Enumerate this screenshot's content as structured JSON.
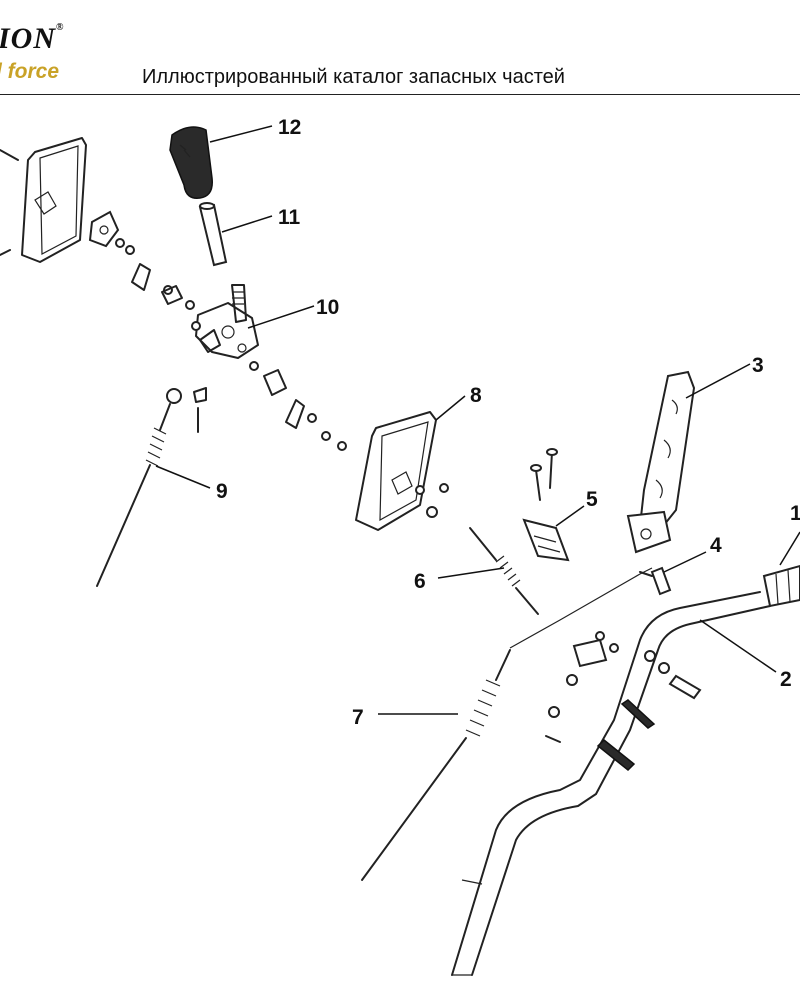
{
  "header": {
    "brand_top": "ION",
    "brand_reg": "®",
    "brand_bottom": "l force",
    "catalog_title": "Иллюстрированный каталог запасных частей"
  },
  "callouts": [
    {
      "id": "c1",
      "label": "1"
    },
    {
      "id": "c2",
      "label": "2"
    },
    {
      "id": "c3",
      "label": "3"
    },
    {
      "id": "c4",
      "label": "4"
    },
    {
      "id": "c5",
      "label": "5"
    },
    {
      "id": "c6",
      "label": "6"
    },
    {
      "id": "c7",
      "label": "7"
    },
    {
      "id": "c8",
      "label": "8"
    },
    {
      "id": "c9",
      "label": "9"
    },
    {
      "id": "c10",
      "label": "10"
    },
    {
      "id": "c11",
      "label": "11"
    },
    {
      "id": "c12",
      "label": "12"
    }
  ]
}
